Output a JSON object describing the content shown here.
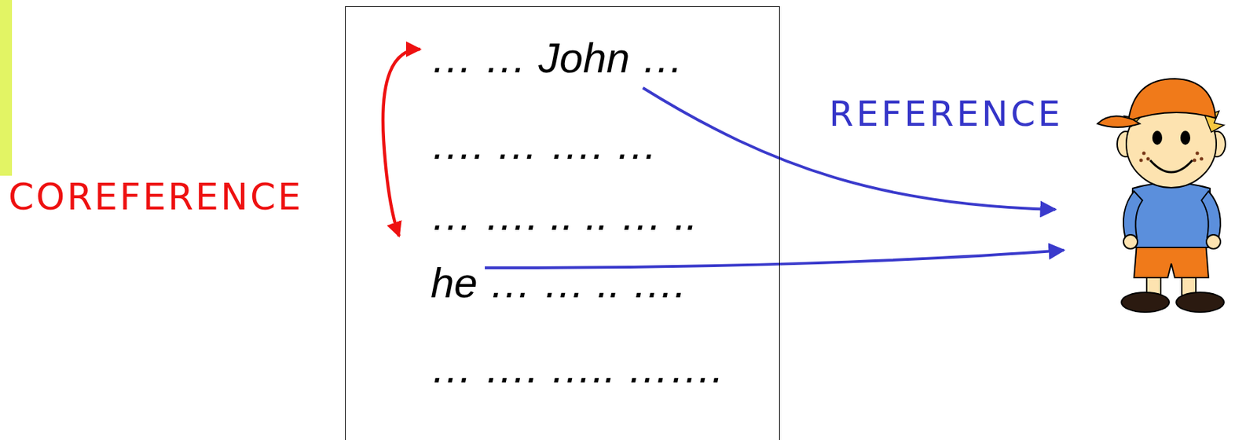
{
  "diagram": {
    "nodes": [
      {
        "text": [
          "… … John …",
          "…. … …. …",
          "… …. .. .. … ..",
          "he … … .. ….",
          "… …. ….. ……."
        ]
      }
    ],
    "labels": [
      "COREFERENCE",
      "REFERENCE"
    ]
  }
}
